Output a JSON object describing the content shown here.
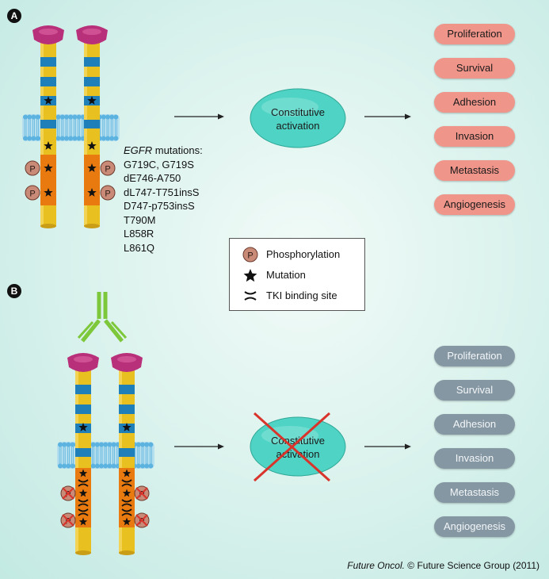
{
  "panels": {
    "a": "A",
    "b": "B"
  },
  "mutations": {
    "heading_italic": "EGFR",
    "heading_rest": " mutations:",
    "items": [
      "G719C, G719S",
      "dE746-A750",
      "dL747-T751insS",
      "D747-p753insS",
      "T790M",
      "L858R",
      "L861Q"
    ]
  },
  "center_label": {
    "line1": "Constitutive",
    "line2": "activation"
  },
  "outcomes": [
    "Proliferation",
    "Survival",
    "Adhesion",
    "Invasion",
    "Metastasis",
    "Angiogenesis"
  ],
  "legend": {
    "phosphorylation_symbol": "P",
    "phosphorylation": "Phosphorylation",
    "mutation": "Mutation",
    "tki": "TKI binding site"
  },
  "citation": {
    "journal": "Future Oncol.",
    "rest": " © Future Science Group (2011)"
  },
  "colors": {
    "receptor_yellow": "#e8c020",
    "band_blue": "#1f7fb8",
    "kinase_orange": "#e87a10",
    "head_magenta": "#b8307a",
    "membrane_blue": "#5cb3e0",
    "ellipse_teal": "#4fd3c4",
    "pink_pill": "#f0958a",
    "grey_pill": "#8597a3",
    "cross_red": "#d9342b",
    "antibody_green": "#7dc83a"
  },
  "icons": [
    "phosphate-icon",
    "star-icon",
    "tki-cross-icon",
    "antibody-icon",
    "arrow-icon"
  ]
}
